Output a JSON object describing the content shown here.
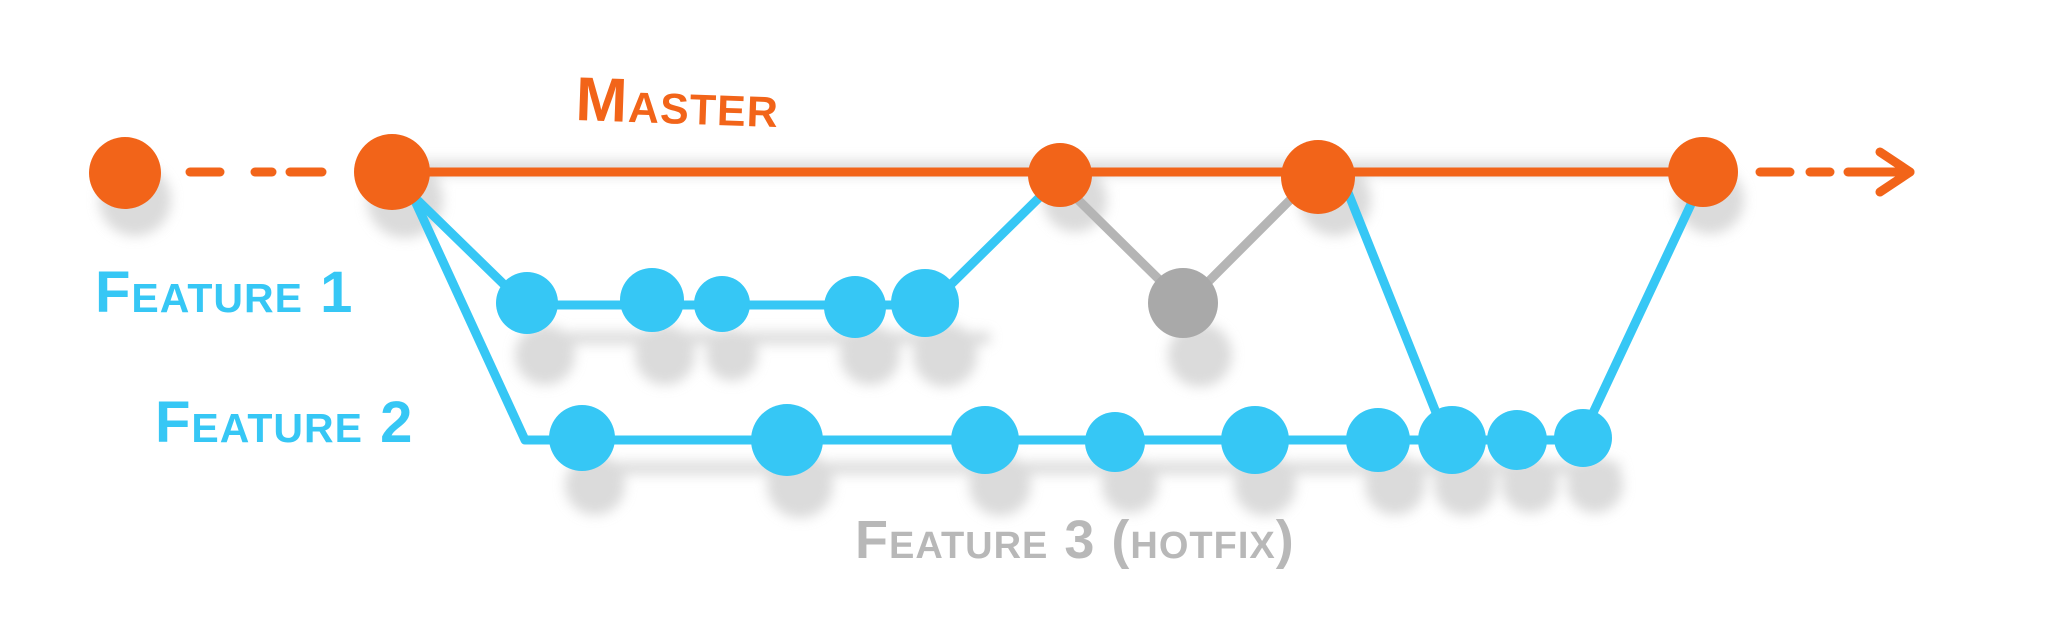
{
  "labels": {
    "master": "Master",
    "feature1": "Feature 1",
    "feature2": "Feature 2",
    "feature3": "Feature 3 (hotfix)"
  },
  "colors": {
    "master": "#f26419",
    "feature": "#36c7f5",
    "hotfix": "#a9a9a9",
    "shadow": "#d6d6d6"
  }
}
